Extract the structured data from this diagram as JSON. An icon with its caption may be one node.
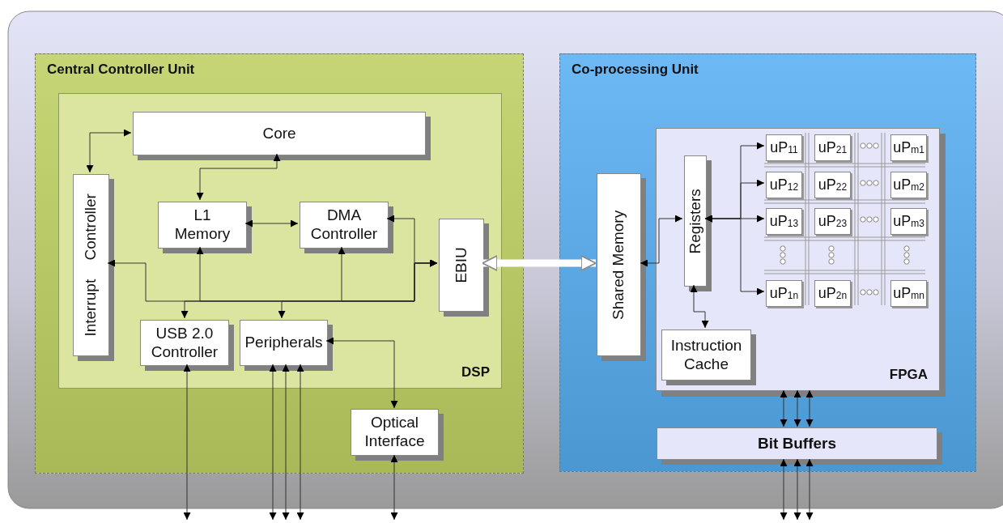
{
  "diagram": {
    "nodes": [
      {
        "text": [
          "Central Controller Unit"
        ]
      },
      {
        "text": [
          "DSP"
        ],
        "in": 0
      },
      {
        "text": [
          "Core"
        ],
        "in": 1
      },
      {
        "text": [
          "Interrupt Controller"
        ],
        "in": 1
      },
      {
        "text": [
          "L1 Memory"
        ],
        "in": 1
      },
      {
        "text": [
          "DMA Controller"
        ],
        "in": 1
      },
      {
        "text": [
          "EBIU"
        ],
        "in": 1
      },
      {
        "text": [
          "USB 2.0 Controller"
        ],
        "in": 1
      },
      {
        "text": [
          "Peripherals"
        ],
        "in": 1
      },
      {
        "text": [
          "Optical Interface"
        ],
        "in": 0
      },
      {
        "text": [
          "Co-processing Unit"
        ]
      },
      {
        "text": [
          "FPGA"
        ],
        "in": 10
      },
      {
        "text": [
          "Shared Memory"
        ],
        "in": 10
      },
      {
        "text": [
          "Registers"
        ],
        "in": 11
      },
      {
        "text": [
          "Instruction Cache"
        ],
        "in": 11
      },
      {
        "text": [
          "uP$_{11}$"
        ],
        "in": 11
      },
      {
        "text": [
          "uP$_{21}$"
        ],
        "in": 11
      },
      {
        "text": [
          "uP$_{m1}$"
        ],
        "in": 11
      },
      {
        "text": [
          "uP$_{12}$"
        ],
        "in": 11
      },
      {
        "text": [
          "uP$_{22}$"
        ],
        "in": 11
      },
      {
        "text": [
          "uP$_{m2}$"
        ],
        "in": 11
      },
      {
        "text": [
          "uP$_{13}$"
        ],
        "in": 11
      },
      {
        "text": [
          "uP$_{23}$"
        ],
        "in": 11
      },
      {
        "text": [
          "uP$_{m3}$"
        ],
        "in": 11
      },
      {
        "text": [
          "uP$_{1n}$"
        ],
        "in": 11
      },
      {
        "text": [
          "uP$_{2n}$"
        ],
        "in": 11
      },
      {
        "text": [
          "uP$_{mn}$"
        ],
        "in": 11
      },
      {
        "text": [
          "Bit Buffers"
        ],
        "in": 10
      }
    ],
    "edges": [
      {
        "from": 3,
        "to": 2,
        "arrow": "both"
      },
      {
        "from": 2,
        "to": 4,
        "arrow": "both"
      },
      {
        "from": 4,
        "to": 5,
        "arrow": "both"
      },
      {
        "from": 6,
        "to": 3,
        "arrow": "both"
      },
      {
        "from": 6,
        "to": 4,
        "arrow": "both"
      },
      {
        "from": 6,
        "to": 7,
        "arrow": "both"
      },
      {
        "from": 6,
        "to": 8,
        "arrow": "both"
      },
      {
        "from": 6,
        "to": 5,
        "arrow": "both"
      },
      {
        "from": 6,
        "to": 5,
        "arrow": "both"
      },
      {
        "from": 6,
        "to": 12,
        "arrow": "both",
        "style": "thick",
        "color": "#ffffff"
      },
      {
        "from": 12,
        "to": 13,
        "arrow": "both"
      },
      {
        "from": 13,
        "to": 14,
        "arrow": "both"
      },
      {
        "from": 13,
        "to": 15,
        "arrow": "both"
      },
      {
        "from": 13,
        "to": 18,
        "arrow": "both"
      },
      {
        "from": 13,
        "to": 21,
        "arrow": "both"
      },
      {
        "from": 13,
        "to": 24,
        "arrow": "both"
      },
      {
        "from": 8,
        "to": 9,
        "arrow": "both"
      },
      {
        "from": 7,
        "to": null,
        "arrow": "both"
      },
      {
        "from": 8,
        "to": null,
        "arrow": "both"
      },
      {
        "from": 8,
        "to": null,
        "arrow": "both"
      },
      {
        "from": 8,
        "to": null,
        "arrow": "both"
      },
      {
        "from": 9,
        "to": null,
        "arrow": "both"
      },
      {
        "from": 11,
        "to": 27,
        "arrow": "both"
      },
      {
        "from": 11,
        "to": 27,
        "arrow": "both"
      },
      {
        "from": 11,
        "to": 27,
        "arrow": "both"
      },
      {
        "from": 27,
        "to": null,
        "arrow": "both"
      },
      {
        "from": 27,
        "to": null,
        "arrow": "both"
      },
      {
        "from": 27,
        "to": null,
        "arrow": "both"
      }
    ]
  }
}
